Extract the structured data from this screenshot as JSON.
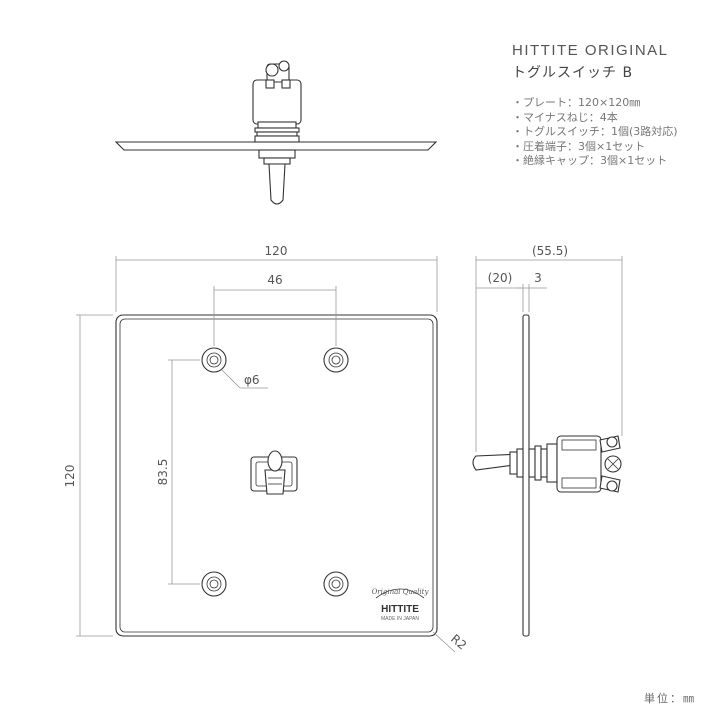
{
  "header": {
    "title": "HITTITE ORIGINAL",
    "subtitle": "トグルスイッチ B"
  },
  "specs": [
    "・プレート：120×120㎜",
    "・マイナスねじ：4本",
    "・トグルスイッチ：1個(3路対応)",
    "・圧着端子：3個×1セット",
    "・絶縁キャップ：3個×1セット"
  ],
  "dimensions": {
    "plate_width": "120",
    "plate_height": "120",
    "hole_spacing_x": "46",
    "hole_spacing_y": "83.5",
    "hole_diameter": "φ6",
    "corner_radius": "R2",
    "total_depth": "(55.5)",
    "lever_length": "(20)",
    "plate_thickness": "3"
  },
  "logo": {
    "line1": "Original Quality",
    "line2": "HITTITE",
    "line3": "MADE IN JAPAN"
  },
  "footer": {
    "unit": "単位：㎜"
  }
}
